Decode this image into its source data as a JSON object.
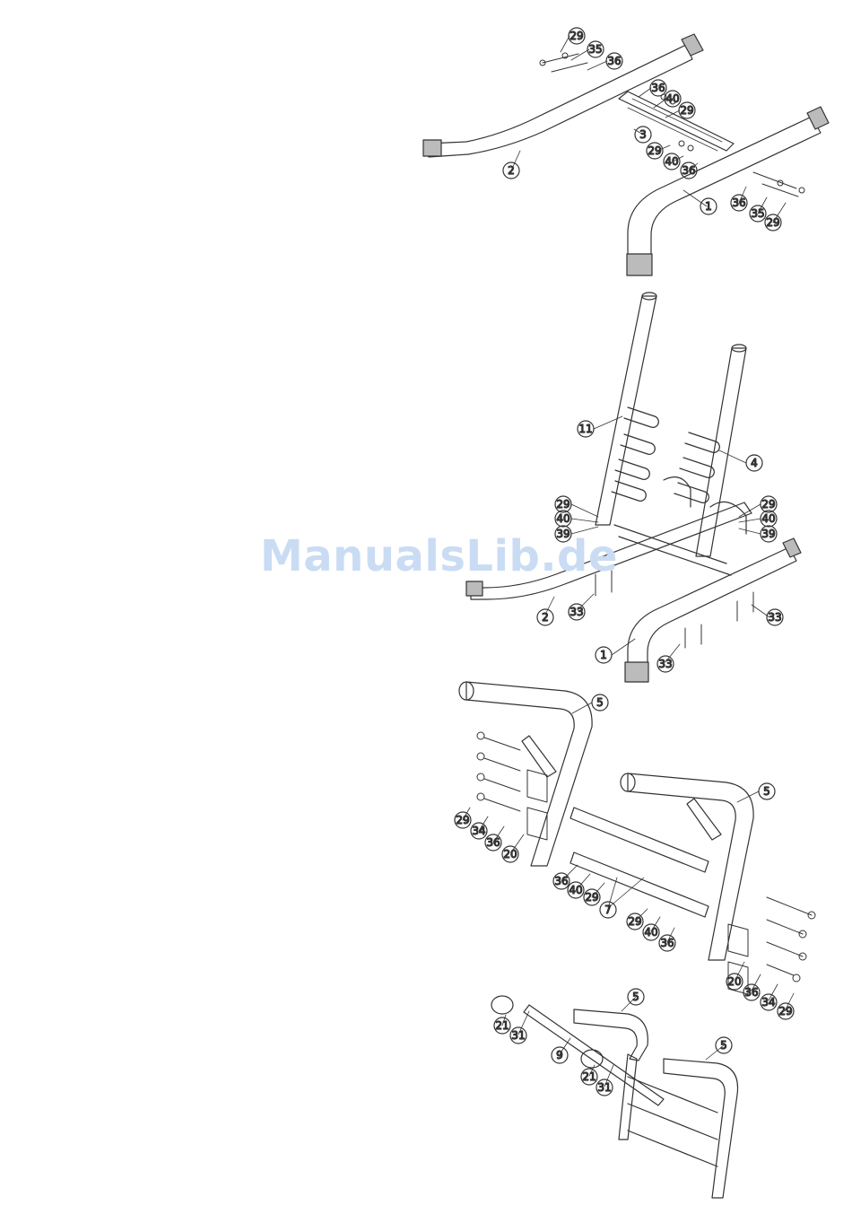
{
  "watermark": "ManualsLib.de",
  "step1": {
    "labels": [
      "29",
      "35",
      "36",
      "36",
      "40",
      "29",
      "3",
      "29",
      "40",
      "36",
      "2",
      "36",
      "35",
      "29",
      "1"
    ]
  },
  "step2": {
    "labels": [
      "11",
      "4",
      "29",
      "40",
      "39",
      "29",
      "40",
      "39",
      "2",
      "33",
      "33",
      "1",
      "33"
    ]
  },
  "step3": {
    "labels": [
      "5",
      "5",
      "29",
      "34",
      "36",
      "20",
      "36",
      "40",
      "29",
      "7",
      "29",
      "40",
      "36",
      "20",
      "36",
      "34",
      "29"
    ]
  },
  "step4": {
    "labels": [
      "5",
      "21",
      "31",
      "9",
      "21",
      "31",
      "5"
    ]
  }
}
